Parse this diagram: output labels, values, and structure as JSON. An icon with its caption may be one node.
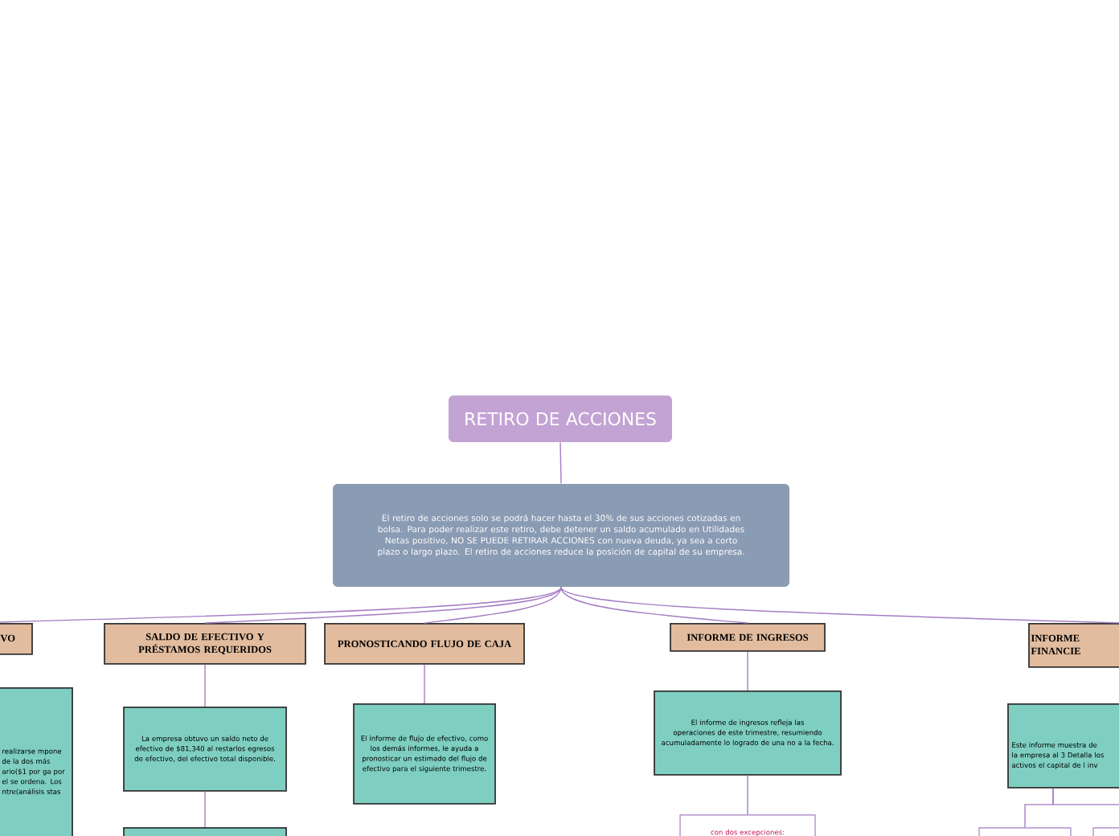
{
  "diagram": {
    "nodes": [
      {
        "text": [
          "RETIRO DE ACCIONES"
        ]
      },
      {
        "text": [
          "El retiro de acciones solo se podrá hacer hasta el 30% de sus acciones cotizadas en bolsa. Para poder realizar este retiro, debe detener un saldo acumulado en Utilidades Netas positivo, NO SE PUEDE RETIRAR ACCIONES con nueva deuda, ya sea a corto plazo o largo plazo. El retiro de acciones reduce la posición de capital de su empresa."
        ]
      },
      {
        "text": [
          "VO"
        ]
      },
      {
        "text": [
          "realizarse mpone de la dos más ario($1 por ga por el se ordena. Los ntre(análisis stas"
        ]
      },
      {
        "text": [
          "SALDO DE EFECTIVO Y PRÉSTAMOS REQUERIDOS"
        ]
      },
      {
        "text": [
          "La empresa obtuvo un saldo neto de efectivo de $81,340 al restarlos egresos de efectivo, del efectivo total disponible."
        ]
      },
      {
        "text": [],
        "shape": "box"
      },
      {
        "text": [
          "PRONOSTICANDO FLUJO DE CAJA"
        ]
      },
      {
        "text": [
          "El informe de flujo de efectivo, como los demás informes, le ayuda a pronosticar un estimado del flujo de efectivo para el siguiente trimestre."
        ]
      },
      {
        "text": [
          "INFORME DE INGRESOS"
        ]
      },
      {
        "text": [
          "El informe de ingresos refleja las operaciones de este trimestre, resumiendo acumuladamente lo logrado de una no a la fecha."
        ]
      },
      {
        "text": [
          "con dos excepciones:"
        ]
      },
      {
        "text": [
          "INFORME FINANCIE"
        ]
      },
      {
        "text": [
          "Este informe muestra de la empresa al 3 Detalla los activos el capital de l inv"
        ]
      },
      {
        "text": [],
        "shape": "box"
      },
      {
        "text": [],
        "shape": "box"
      }
    ],
    "edges": [
      {
        "from": 0,
        "to": 1,
        "arrow": "none"
      },
      {
        "from": 1,
        "to": 2,
        "arrow": "none"
      },
      {
        "from": 1,
        "to": 4,
        "arrow": "none"
      },
      {
        "from": 1,
        "to": 7,
        "arrow": "none"
      },
      {
        "from": 1,
        "to": 9,
        "arrow": "none"
      },
      {
        "from": 1,
        "to": 12,
        "arrow": "none"
      },
      {
        "from": 4,
        "to": 5,
        "arrow": "none"
      },
      {
        "from": 5,
        "to": 6,
        "arrow": "none"
      },
      {
        "from": 7,
        "to": 8,
        "arrow": "none"
      },
      {
        "from": 9,
        "to": 10,
        "arrow": "none"
      },
      {
        "from": 10,
        "to": 11,
        "arrow": "none"
      },
      {
        "from": 13,
        "to": 14,
        "arrow": "none"
      },
      {
        "from": 13,
        "to": 15,
        "arrow": "none"
      }
    ]
  }
}
